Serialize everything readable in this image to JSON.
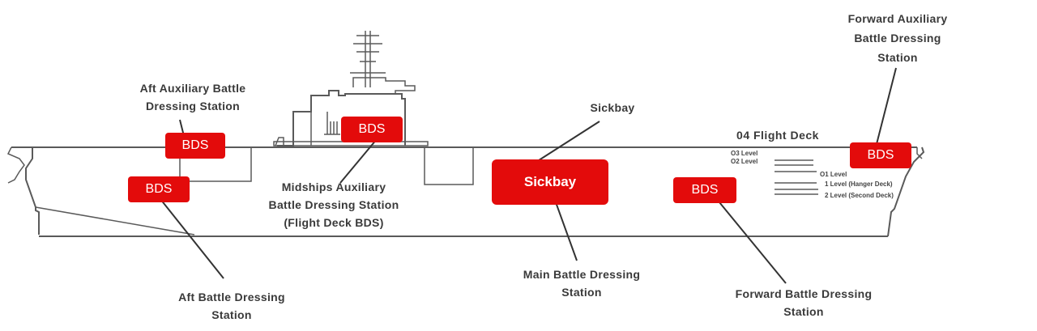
{
  "labels": {
    "aft_aux": [
      "Aft Auxiliary Battle",
      "Dressing Station"
    ],
    "midships_aux": [
      "Midships Auxiliary",
      "Battle Dressing Station",
      "(Flight Deck BDS)"
    ],
    "sickbay": "Sickbay",
    "flight_deck": "04 Flight Deck",
    "forward_aux": [
      "Forward Auxiliary",
      "Battle Dressing",
      "Station"
    ],
    "main_bds": [
      "Main Battle Dressing",
      "Station"
    ],
    "aft_bds": [
      "Aft Battle Dressing",
      "Station"
    ],
    "forward_bds": [
      "Forward Battle Dressing",
      "Station"
    ]
  },
  "levels": [
    "O3 Level",
    "O2 Level",
    "O1 Level",
    "1 Level (Hanger Deck)",
    "2 Level (Second Deck)"
  ],
  "tags": {
    "aft_aux": "BDS",
    "midships": "BDS",
    "aft": "BDS",
    "sickbay": "Sickbay",
    "forward": "BDS",
    "forward_aux": "BDS"
  },
  "colors": {
    "tag_bg": "#e30b0b",
    "tag_text": "#ffffff",
    "line": "#5a5a5a"
  }
}
